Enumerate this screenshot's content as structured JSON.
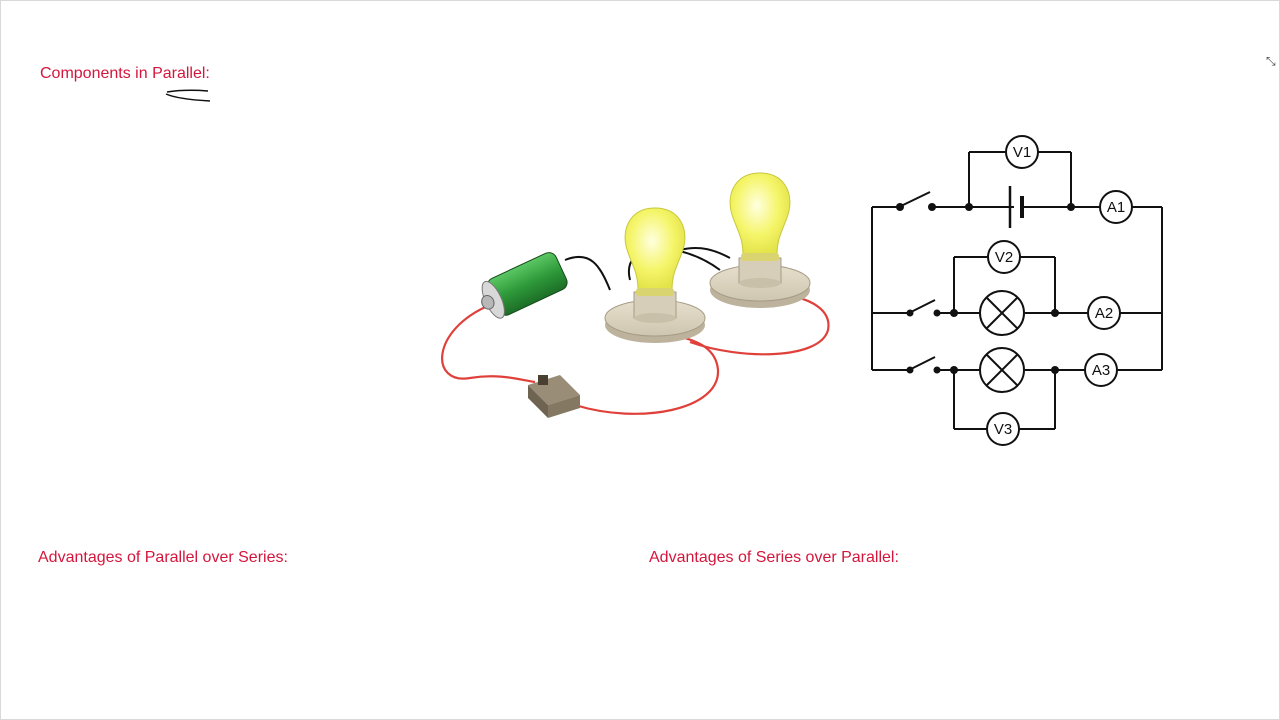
{
  "headings": {
    "components_parallel": "Components in Parallel:",
    "advantages_parallel": "Advantages of Parallel over Series:",
    "advantages_series": "Advantages of Series over Parallel:"
  },
  "schematic": {
    "meters": {
      "v1": "V1",
      "v2": "V2",
      "v3": "V3",
      "a1": "A1",
      "a2": "A2",
      "a3": "A3"
    }
  },
  "colors": {
    "heading": "#d4163c",
    "wire_red": "#e0403a",
    "bulb_glow": "#f2f25a",
    "cell_green": "#2e9a3a"
  },
  "icons": {
    "resize": "resize-diagonal-icon"
  }
}
